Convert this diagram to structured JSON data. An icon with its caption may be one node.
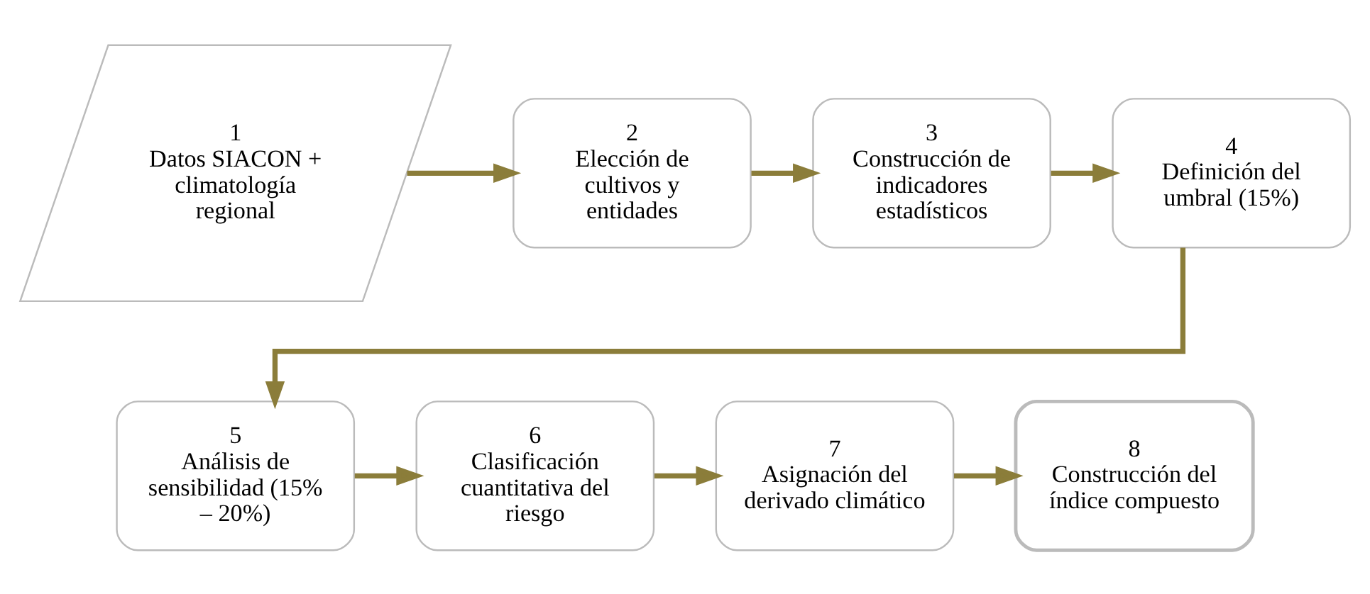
{
  "diagram": {
    "nodes": [
      {
        "text": [
          "1",
          "Datos SIACON + climatología regional"
        ]
      },
      {
        "text": [
          "2",
          "Elección de cultivos y entidades"
        ]
      },
      {
        "text": [
          "3",
          "Construcción de indicadores estadísticos"
        ]
      },
      {
        "text": [
          "4",
          "Definición del umbral (15%)"
        ]
      },
      {
        "text": [
          "5",
          "Análisis de sensibilidad (15% – 20%)"
        ]
      },
      {
        "text": [
          "6",
          "Clasificación cuantitativa del riesgo"
        ]
      },
      {
        "text": [
          "7",
          "Asignación del derivado climático"
        ]
      },
      {
        "text": [
          "8",
          "Construcción del índice compuesto"
        ]
      }
    ],
    "edges": [
      {
        "from": 0,
        "to": 1,
        "arrow": "to"
      },
      {
        "from": 1,
        "to": 2,
        "arrow": "to"
      },
      {
        "from": 2,
        "to": 3,
        "arrow": "to"
      },
      {
        "from": 3,
        "to": 4,
        "arrow": "to"
      },
      {
        "from": 4,
        "to": 5,
        "arrow": "to"
      },
      {
        "from": 5,
        "to": 6,
        "arrow": "to"
      },
      {
        "from": 6,
        "to": 7,
        "arrow": "to"
      }
    ]
  }
}
